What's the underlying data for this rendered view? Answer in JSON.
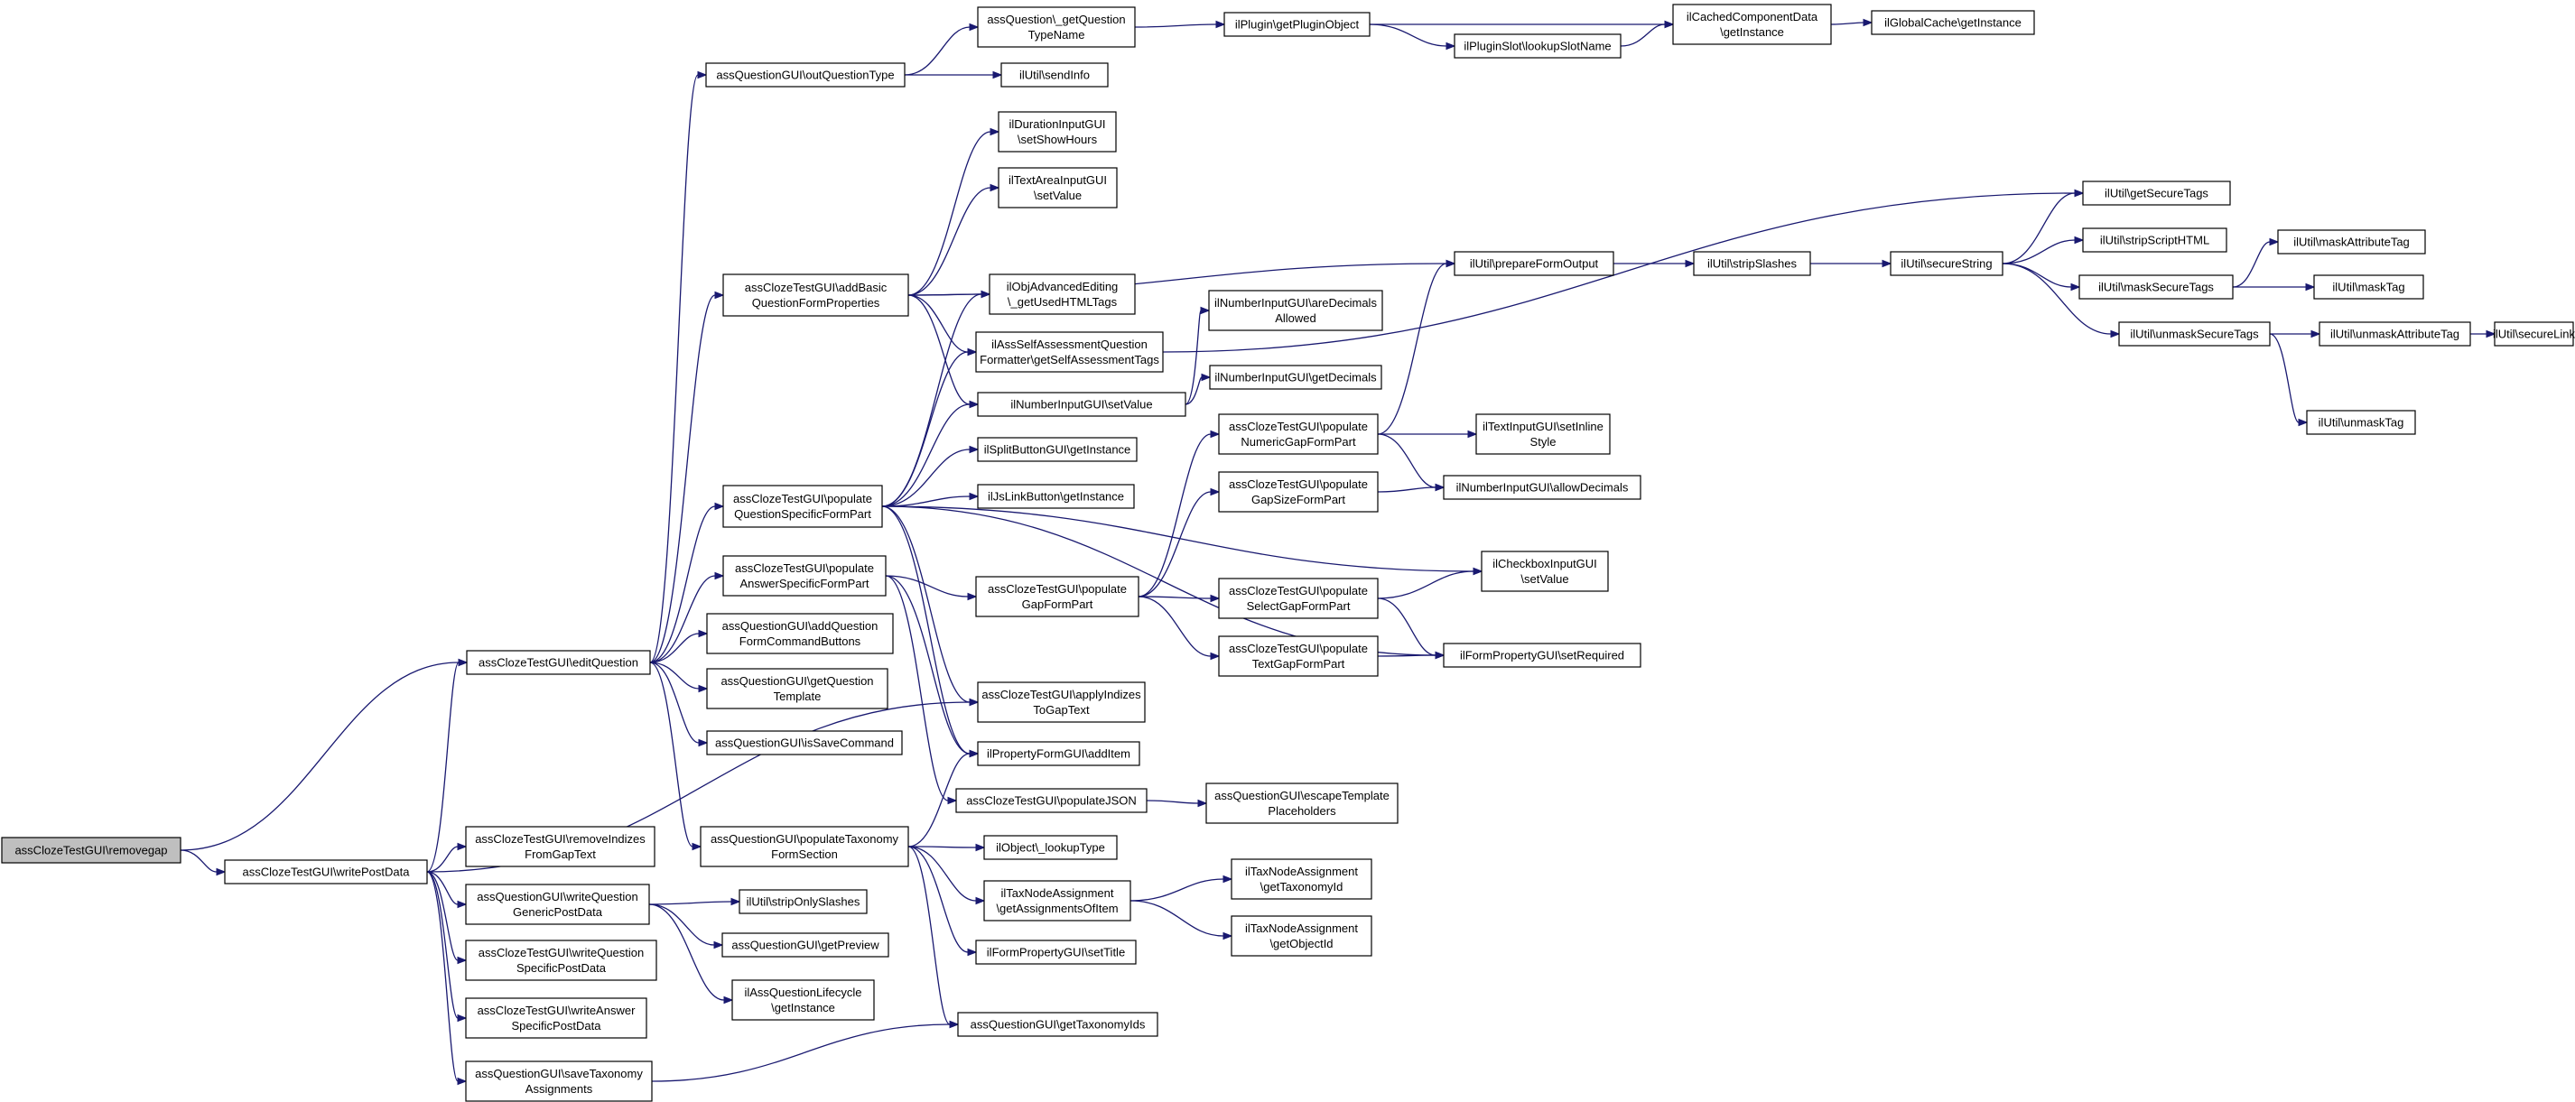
{
  "diagram": {
    "nodes": [
      {
        "id": "n0",
        "lines": [
          "assClozeTestGUI\\removegap"
        ],
        "root": true
      },
      {
        "id": "n1",
        "lines": [
          "assClozeTestGUI\\editQuestion"
        ]
      },
      {
        "id": "n2",
        "lines": [
          "assClozeTestGUI\\writePostData"
        ]
      },
      {
        "id": "n3",
        "lines": [
          "assQuestionGUI\\outQuestionType"
        ]
      },
      {
        "id": "n4",
        "lines": [
          "assClozeTestGUI\\addBasic",
          "QuestionFormProperties"
        ]
      },
      {
        "id": "n5",
        "lines": [
          "assClozeTestGUI\\populate",
          "QuestionSpecificFormPart"
        ]
      },
      {
        "id": "n6",
        "lines": [
          "assClozeTestGUI\\populate",
          "AnswerSpecificFormPart"
        ]
      },
      {
        "id": "n7",
        "lines": [
          "assQuestionGUI\\addQuestion",
          "FormCommandButtons"
        ]
      },
      {
        "id": "n8",
        "lines": [
          "assQuestionGUI\\getQuestion",
          "Template"
        ]
      },
      {
        "id": "n9",
        "lines": [
          "assQuestionGUI\\isSaveCommand"
        ]
      },
      {
        "id": "n10",
        "lines": [
          "assQuestionGUI\\populateTaxonomy",
          "FormSection"
        ]
      },
      {
        "id": "n11",
        "lines": [
          "assClozeTestGUI\\removeIndizes",
          "FromGapText"
        ]
      },
      {
        "id": "n12",
        "lines": [
          "assQuestionGUI\\writeQuestion",
          "GenericPostData"
        ]
      },
      {
        "id": "n13",
        "lines": [
          "assClozeTestGUI\\writeQuestion",
          "SpecificPostData"
        ]
      },
      {
        "id": "n14",
        "lines": [
          "assClozeTestGUI\\writeAnswer",
          "SpecificPostData"
        ]
      },
      {
        "id": "n15",
        "lines": [
          "assQuestionGUI\\saveTaxonomy",
          "Assignments"
        ]
      },
      {
        "id": "n16",
        "lines": [
          "assQuestion\\_getQuestion",
          "TypeName"
        ]
      },
      {
        "id": "n17",
        "lines": [
          "ilUtil\\sendInfo"
        ]
      },
      {
        "id": "n18",
        "lines": [
          "ilDurationInputGUI",
          "\\setShowHours"
        ]
      },
      {
        "id": "n19",
        "lines": [
          "ilTextAreaInputGUI",
          "\\setValue"
        ]
      },
      {
        "id": "n20",
        "lines": [
          "ilObjAdvancedEditing",
          "\\_getUsedHTMLTags"
        ]
      },
      {
        "id": "n21",
        "lines": [
          "ilAssSelfAssessmentQuestion",
          "Formatter\\getSelfAssessmentTags"
        ]
      },
      {
        "id": "n22",
        "lines": [
          "ilNumberInputGUI\\setValue"
        ]
      },
      {
        "id": "n23",
        "lines": [
          "ilSplitButtonGUI\\getInstance"
        ]
      },
      {
        "id": "n24",
        "lines": [
          "ilJsLinkButton\\getInstance"
        ]
      },
      {
        "id": "n25",
        "lines": [
          "assClozeTestGUI\\populate",
          "GapFormPart"
        ]
      },
      {
        "id": "n26",
        "lines": [
          "assClozeTestGUI\\applyIndizes",
          "ToGapText"
        ]
      },
      {
        "id": "n27",
        "lines": [
          "ilPropertyFormGUI\\addItem"
        ]
      },
      {
        "id": "n28",
        "lines": [
          "assClozeTestGUI\\populateJSON"
        ]
      },
      {
        "id": "n29",
        "lines": [
          "ilObject\\_lookupType"
        ]
      },
      {
        "id": "n30",
        "lines": [
          "ilTaxNodeAssignment",
          "\\getAssignmentsOfItem"
        ]
      },
      {
        "id": "n31",
        "lines": [
          "ilFormPropertyGUI\\setTitle"
        ]
      },
      {
        "id": "n32",
        "lines": [
          "assQuestionGUI\\getTaxonomyIds"
        ]
      },
      {
        "id": "n33",
        "lines": [
          "ilUtil\\stripOnlySlashes"
        ]
      },
      {
        "id": "n34",
        "lines": [
          "assQuestionGUI\\getPreview"
        ]
      },
      {
        "id": "n35",
        "lines": [
          "ilAssQuestionLifecycle",
          "\\getInstance"
        ]
      },
      {
        "id": "n36",
        "lines": [
          "ilPlugin\\getPluginObject"
        ]
      },
      {
        "id": "n37",
        "lines": [
          "ilPluginSlot\\lookupSlotName"
        ]
      },
      {
        "id": "n38",
        "lines": [
          "ilCachedComponentData",
          "\\getInstance"
        ]
      },
      {
        "id": "n39",
        "lines": [
          "ilGlobalCache\\getInstance"
        ]
      },
      {
        "id": "n40",
        "lines": [
          "ilUtil\\prepareFormOutput"
        ]
      },
      {
        "id": "n41",
        "lines": [
          "ilUtil\\stripSlashes"
        ]
      },
      {
        "id": "n42",
        "lines": [
          "ilUtil\\secureString"
        ]
      },
      {
        "id": "n43",
        "lines": [
          "ilUtil\\getSecureTags"
        ]
      },
      {
        "id": "n44",
        "lines": [
          "ilUtil\\stripScriptHTML"
        ]
      },
      {
        "id": "n45",
        "lines": [
          "ilUtil\\maskSecureTags"
        ]
      },
      {
        "id": "n46",
        "lines": [
          "ilUtil\\unmaskSecureTags"
        ]
      },
      {
        "id": "n47",
        "lines": [
          "ilUtil\\maskAttributeTag"
        ]
      },
      {
        "id": "n48",
        "lines": [
          "ilUtil\\maskTag"
        ]
      },
      {
        "id": "n49",
        "lines": [
          "ilUtil\\unmaskAttributeTag"
        ]
      },
      {
        "id": "n50",
        "lines": [
          "ilUtil\\unmaskTag"
        ]
      },
      {
        "id": "n51",
        "lines": [
          "ilUtil\\secureLink"
        ]
      },
      {
        "id": "n52",
        "lines": [
          "ilNumberInputGUI\\areDecimals",
          "Allowed"
        ]
      },
      {
        "id": "n53",
        "lines": [
          "ilNumberInputGUI\\getDecimals"
        ]
      },
      {
        "id": "n54",
        "lines": [
          "assClozeTestGUI\\populate",
          "NumericGapFormPart"
        ]
      },
      {
        "id": "n55",
        "lines": [
          "assClozeTestGUI\\populate",
          "GapSizeFormPart"
        ]
      },
      {
        "id": "n56",
        "lines": [
          "assClozeTestGUI\\populate",
          "SelectGapFormPart"
        ]
      },
      {
        "id": "n57",
        "lines": [
          "assClozeTestGUI\\populate",
          "TextGapFormPart"
        ]
      },
      {
        "id": "n58",
        "lines": [
          "ilTextInputGUI\\setInline",
          "Style"
        ]
      },
      {
        "id": "n59",
        "lines": [
          "ilNumberInputGUI\\allowDecimals"
        ]
      },
      {
        "id": "n60",
        "lines": [
          "ilCheckboxInputGUI",
          "\\setValue"
        ]
      },
      {
        "id": "n61",
        "lines": [
          "ilFormPropertyGUI\\setRequired"
        ]
      },
      {
        "id": "n62",
        "lines": [
          "assQuestionGUI\\escapeTemplate",
          "Placeholders"
        ]
      },
      {
        "id": "n63",
        "lines": [
          "ilTaxNodeAssignment",
          "\\getTaxonomyId"
        ]
      },
      {
        "id": "n64",
        "lines": [
          "ilTaxNodeAssignment",
          "\\getObjectId"
        ]
      }
    ],
    "edges": [
      [
        "n0",
        "n1"
      ],
      [
        "n0",
        "n2"
      ],
      [
        "n1",
        "n3"
      ],
      [
        "n1",
        "n4"
      ],
      [
        "n1",
        "n5"
      ],
      [
        "n1",
        "n6"
      ],
      [
        "n1",
        "n7"
      ],
      [
        "n1",
        "n8"
      ],
      [
        "n1",
        "n9"
      ],
      [
        "n1",
        "n10"
      ],
      [
        "n2",
        "n1"
      ],
      [
        "n2",
        "n11"
      ],
      [
        "n2",
        "n12"
      ],
      [
        "n2",
        "n13"
      ],
      [
        "n2",
        "n14"
      ],
      [
        "n2",
        "n15"
      ],
      [
        "n2",
        "n26"
      ],
      [
        "n3",
        "n16"
      ],
      [
        "n3",
        "n17"
      ],
      [
        "n16",
        "n36"
      ],
      [
        "n36",
        "n37"
      ],
      [
        "n36",
        "n38"
      ],
      [
        "n37",
        "n38"
      ],
      [
        "n38",
        "n39"
      ],
      [
        "n4",
        "n18"
      ],
      [
        "n4",
        "n19"
      ],
      [
        "n4",
        "n20"
      ],
      [
        "n4",
        "n21"
      ],
      [
        "n4",
        "n22"
      ],
      [
        "n4",
        "n40"
      ],
      [
        "n5",
        "n20"
      ],
      [
        "n5",
        "n21"
      ],
      [
        "n5",
        "n22"
      ],
      [
        "n5",
        "n23"
      ],
      [
        "n5",
        "n24"
      ],
      [
        "n5",
        "n60"
      ],
      [
        "n5",
        "n61"
      ],
      [
        "n5",
        "n27"
      ],
      [
        "n5",
        "n26"
      ],
      [
        "n6",
        "n25"
      ],
      [
        "n6",
        "n27"
      ],
      [
        "n6",
        "n28"
      ],
      [
        "n25",
        "n54"
      ],
      [
        "n25",
        "n55"
      ],
      [
        "n25",
        "n56"
      ],
      [
        "n25",
        "n57"
      ],
      [
        "n54",
        "n58"
      ],
      [
        "n54",
        "n59"
      ],
      [
        "n54",
        "n40"
      ],
      [
        "n55",
        "n59"
      ],
      [
        "n56",
        "n60"
      ],
      [
        "n56",
        "n61"
      ],
      [
        "n57",
        "n61"
      ],
      [
        "n22",
        "n52"
      ],
      [
        "n22",
        "n53"
      ],
      [
        "n21",
        "n43"
      ],
      [
        "n40",
        "n41"
      ],
      [
        "n41",
        "n42"
      ],
      [
        "n42",
        "n43"
      ],
      [
        "n42",
        "n44"
      ],
      [
        "n42",
        "n45"
      ],
      [
        "n42",
        "n46"
      ],
      [
        "n45",
        "n47"
      ],
      [
        "n45",
        "n48"
      ],
      [
        "n46",
        "n49"
      ],
      [
        "n46",
        "n50"
      ],
      [
        "n49",
        "n51"
      ],
      [
        "n28",
        "n62"
      ],
      [
        "n10",
        "n27"
      ],
      [
        "n10",
        "n29"
      ],
      [
        "n10",
        "n30"
      ],
      [
        "n10",
        "n31"
      ],
      [
        "n10",
        "n32"
      ],
      [
        "n30",
        "n63"
      ],
      [
        "n30",
        "n64"
      ],
      [
        "n12",
        "n33"
      ],
      [
        "n12",
        "n34"
      ],
      [
        "n12",
        "n35"
      ],
      [
        "n15",
        "n32"
      ]
    ]
  }
}
